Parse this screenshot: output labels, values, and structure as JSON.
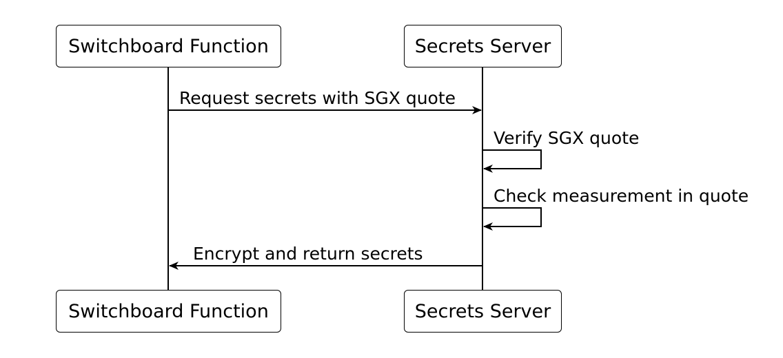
{
  "participants": [
    {
      "id": "switchboard",
      "label": "Switchboard Function"
    },
    {
      "id": "secrets",
      "label": "Secrets Server"
    }
  ],
  "messages": [
    {
      "from": "switchboard",
      "to": "secrets",
      "label": "Request secrets with SGX quote"
    },
    {
      "from": "secrets",
      "to": "secrets",
      "label": "Verify SGX quote"
    },
    {
      "from": "secrets",
      "to": "secrets",
      "label": "Check measurement in quote"
    },
    {
      "from": "secrets",
      "to": "switchboard",
      "label": "Encrypt and return secrets"
    }
  ]
}
